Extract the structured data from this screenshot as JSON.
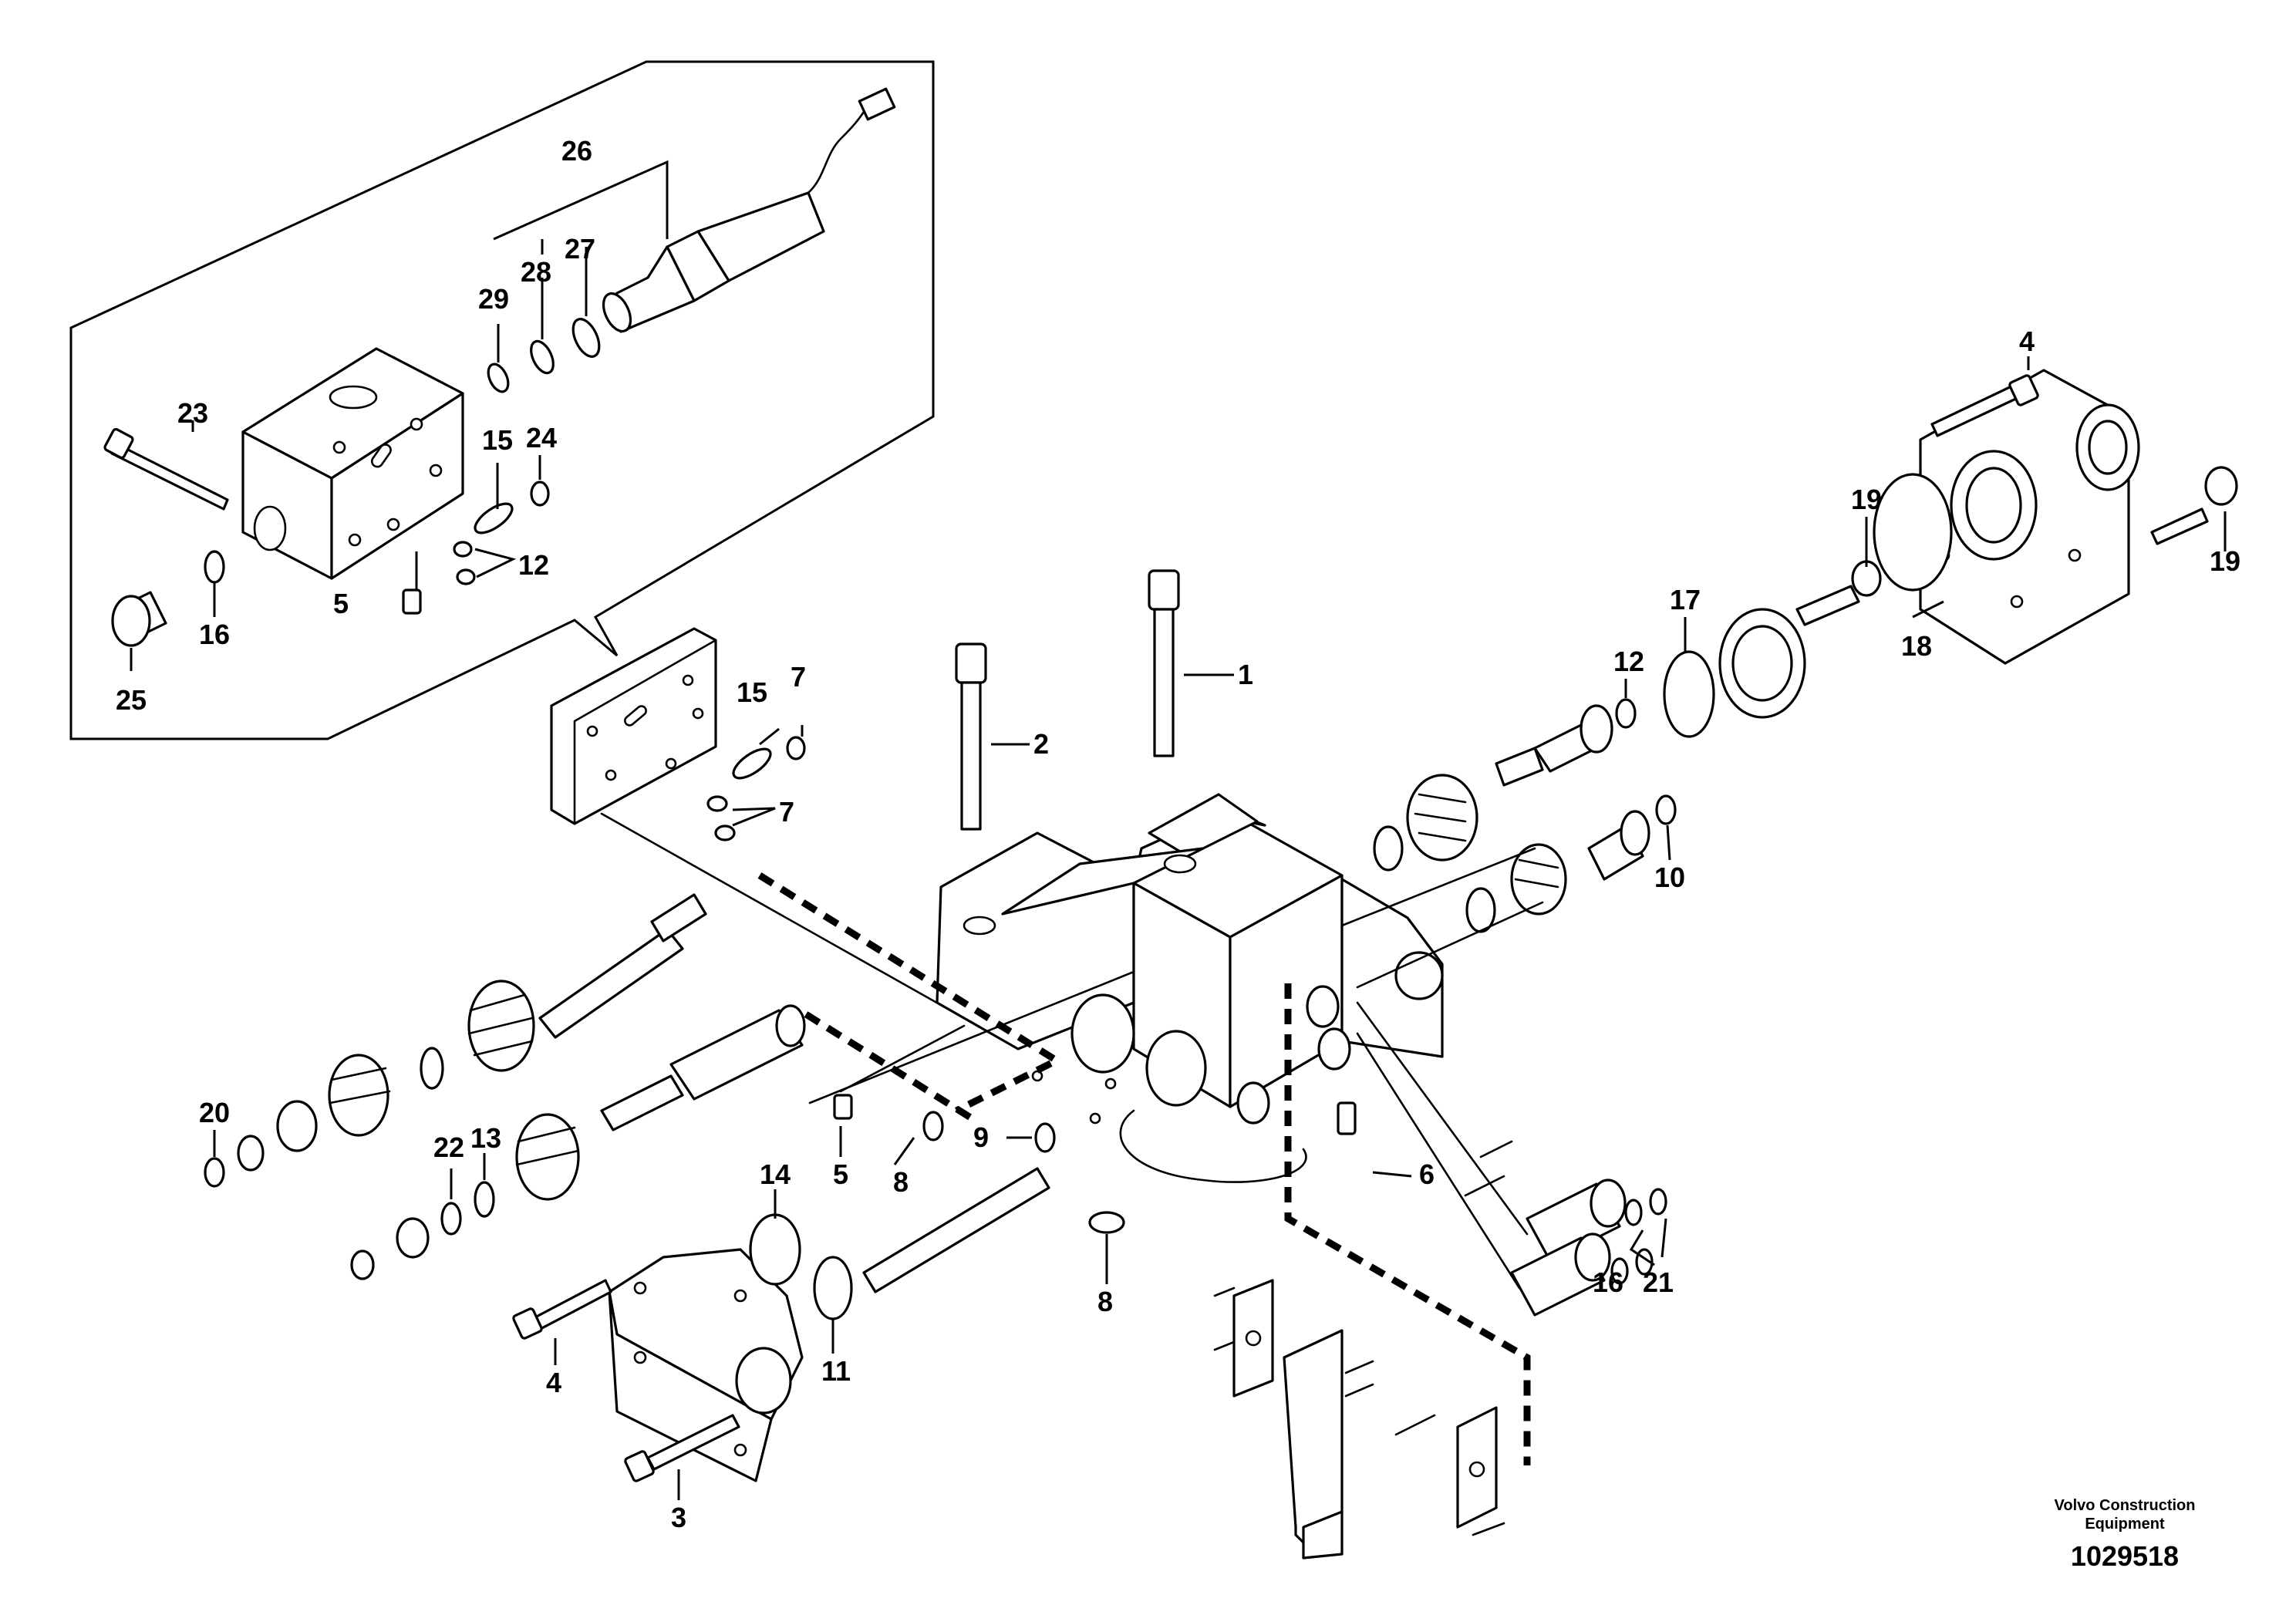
{
  "diagram": {
    "callouts": [
      "1",
      "2",
      "3",
      "4",
      "4",
      "5",
      "5",
      "6",
      "7",
      "7",
      "8",
      "8",
      "9",
      "10",
      "11",
      "12",
      "12",
      "13",
      "14",
      "15",
      "15",
      "16",
      "16",
      "17",
      "18",
      "19",
      "19",
      "20",
      "21",
      "22",
      "23",
      "24",
      "25",
      "26",
      "27",
      "28",
      "29"
    ],
    "brand_line1": "Volvo Construction",
    "brand_line2": "Equipment",
    "doc_number": "1029518"
  }
}
